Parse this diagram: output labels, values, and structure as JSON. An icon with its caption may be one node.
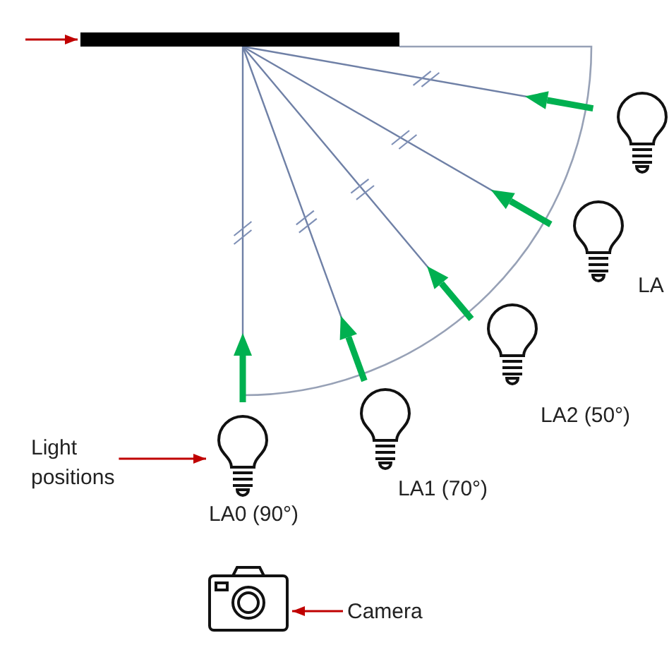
{
  "diagram": {
    "nodes": [
      {
        "text": [],
        "shape": "bar"
      },
      {
        "text": [],
        "shape": "bulb"
      },
      {
        "text": [],
        "shape": "bulb",
        "beside": [
          "LA"
        ]
      },
      {
        "text": [],
        "shape": "bulb",
        "beside": [
          "LA2 (50°)"
        ]
      },
      {
        "text": [],
        "shape": "bulb",
        "beside": [
          "LA1 (70°)"
        ]
      },
      {
        "text": [],
        "shape": "bulb",
        "beside": [
          "LA0 (90°)"
        ]
      },
      {
        "text": [
          "Light positions"
        ]
      },
      {
        "text": [],
        "shape": "camera"
      },
      {
        "text": [
          "Camera"
        ]
      }
    ],
    "edges": [
      {
        "from": null,
        "to": 0,
        "arrow": "to"
      },
      {
        "from": 6,
        "to": 5,
        "arrow": "to"
      },
      {
        "from": 8,
        "to": 7,
        "arrow": "to"
      }
    ]
  }
}
